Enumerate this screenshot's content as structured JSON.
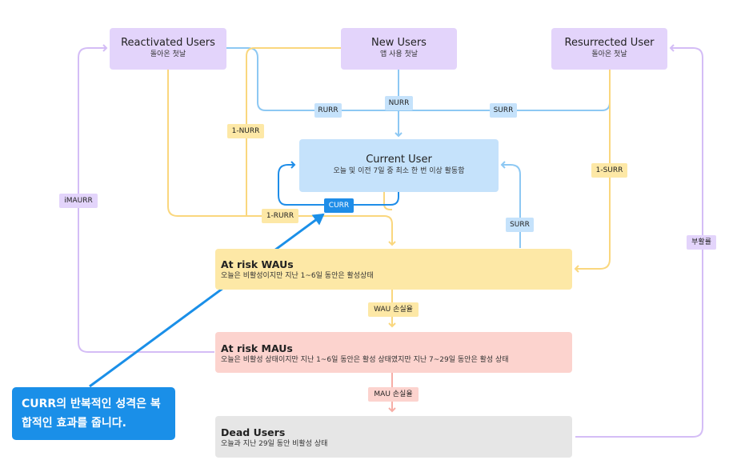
{
  "nodes": {
    "reactivated": {
      "title": "Reactivated Users",
      "subtitle": "돌아온 첫날"
    },
    "new_users": {
      "title": "New Users",
      "subtitle": "앱 사용 첫날"
    },
    "resurrected": {
      "title": "Resurrected User",
      "subtitle": "돌아온 첫날"
    },
    "current": {
      "title": "Current User",
      "subtitle": "오늘 및 이전 7일 중 최소 한 번 이상 활동함"
    },
    "at_risk_wau": {
      "title": "At risk WAUs",
      "subtitle": "오늘은 비활성이지만 지난 1~6일 동안은 활성상태"
    },
    "at_risk_mau": {
      "title": "At risk MAUs",
      "subtitle": "오늘은 비활성 상태이지만 지난 1~6일 동안은 활성 상태였지만 지난 7~29일 동안은 활성 상태"
    },
    "dead": {
      "title": "Dead Users",
      "subtitle": "오늘과 지난 29일 동안 비활성 상태"
    }
  },
  "edge_labels": {
    "rurr": "RURR",
    "nurr": "NURR",
    "surr_top": "SURR",
    "one_minus_nurr": "1-NURR",
    "one_minus_surr": "1-SURR",
    "imaurr": "iMAURR",
    "one_minus_rurr": "1-RURR",
    "curr": "CURR",
    "surr_right": "SURR",
    "wau_loss": "WAU 손실율",
    "mau_loss": "MAU 손실율",
    "resurrection_rate": "부활률"
  },
  "callout": {
    "text": "CURR의 반복적인 성격은 복합적인 효과를 줍니다."
  },
  "colors": {
    "purple": "#e3d4fb",
    "blue": "#c5e2fb",
    "yellow": "#fde8a6",
    "red": "#fcd3ce",
    "gray": "#e6e6e6",
    "accent": "#1a8fe8"
  }
}
